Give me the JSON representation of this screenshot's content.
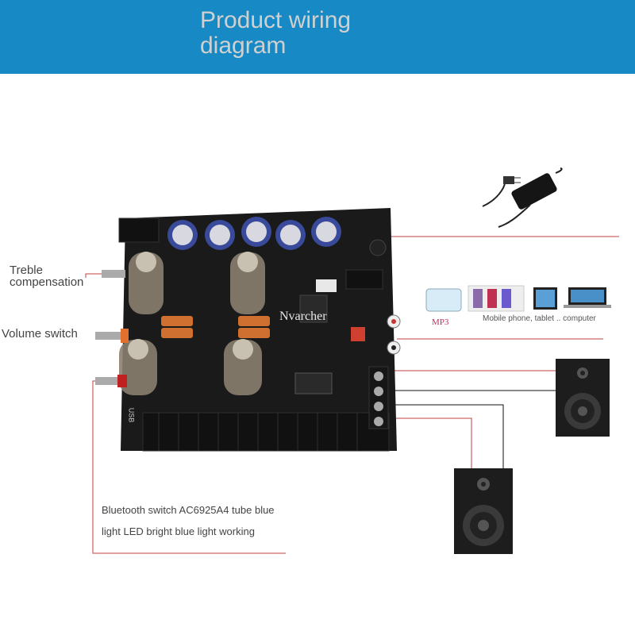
{
  "header": {
    "title": "Product wiring diagram"
  },
  "labels": {
    "treble": "Treble compensation",
    "volume": "Volume switch",
    "bluetooth_line1": "Bluetooth switch AC6925A4 tube blue",
    "bluetooth_line2": "light LED bright blue light working",
    "sources": "Mobile phone, tablet .. computer",
    "mp3": "MP3",
    "watermark": "Nvarcher",
    "usb": "USB"
  },
  "colors": {
    "header": "#1789c4",
    "wire_red": "#b02020",
    "wire_black": "#111111",
    "board": "#1a1a1a"
  }
}
